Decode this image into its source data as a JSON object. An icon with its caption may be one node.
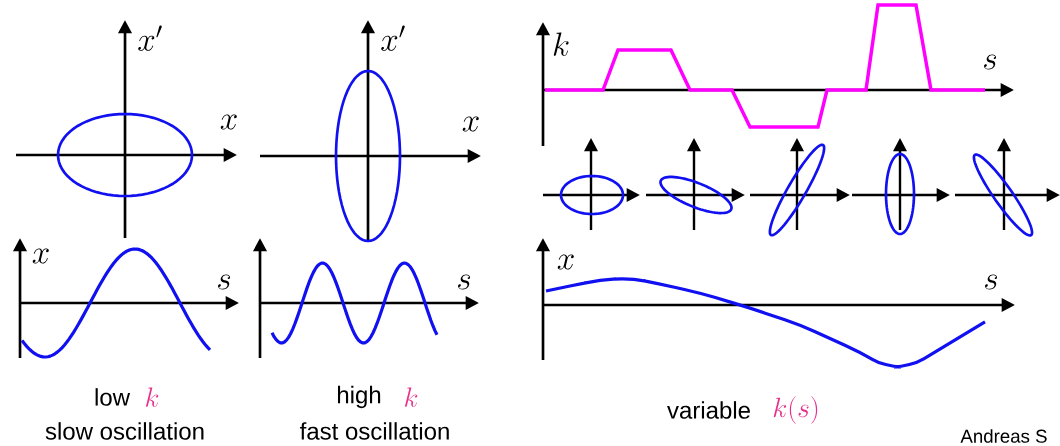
{
  "diagram": {
    "labels": [
      "x'",
      "x",
      "x'",
      "x",
      "k",
      "s",
      "x",
      "s",
      "s",
      "x",
      "s",
      "low",
      "k",
      "slow oscillation",
      "high",
      "k",
      "fast oscillation",
      "variable",
      "k(s)",
      "Andreas S"
    ]
  }
}
